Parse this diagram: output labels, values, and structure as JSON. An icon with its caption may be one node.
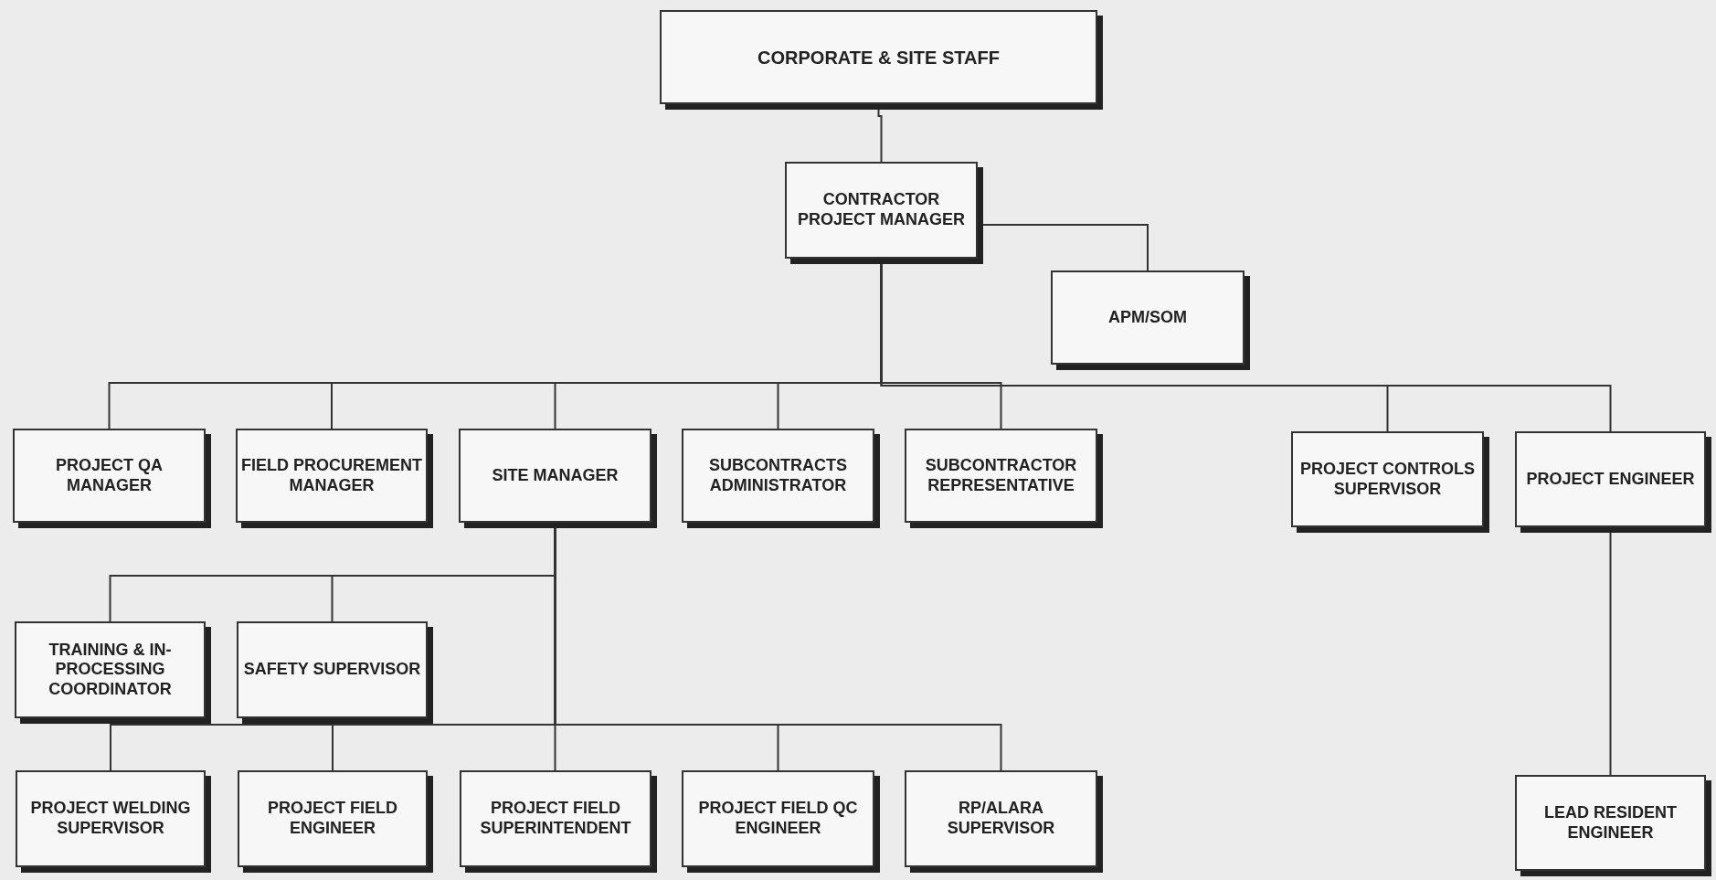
{
  "diagram": {
    "nodes": [
      {
        "text": [
          "CORPORATE & SITE STAFF"
        ]
      },
      {
        "text": [
          "CONTRACTOR PROJECT MANAGER"
        ]
      },
      {
        "text": [
          "APM/SOM"
        ]
      },
      {
        "text": [
          "PROJECT QA MANAGER"
        ]
      },
      {
        "text": [
          "FIELD PROCUREMENT MANAGER"
        ]
      },
      {
        "text": [
          "SITE MANAGER"
        ]
      },
      {
        "text": [
          "SUBCONTRACTS ADMINISTRATOR"
        ]
      },
      {
        "text": [
          "SUBCONTRACTOR REPRESENTATIVE"
        ]
      },
      {
        "text": [
          "PROJECT CONTROLS SUPERVISOR"
        ]
      },
      {
        "text": [
          "PROJECT ENGINEER"
        ]
      },
      {
        "text": [
          "TRAINING & IN-PROCESSING COORDINATOR"
        ]
      },
      {
        "text": [
          "SAFETY SUPERVISOR"
        ]
      },
      {
        "text": [
          "PROJECT WELDING SUPERVISOR"
        ]
      },
      {
        "text": [
          "PROJECT FIELD ENGINEER"
        ]
      },
      {
        "text": [
          "PROJECT FIELD SUPERINTENDENT"
        ]
      },
      {
        "text": [
          "PROJECT FIELD QC ENGINEER"
        ]
      },
      {
        "text": [
          "RP/ALARA SUPERVISOR"
        ]
      },
      {
        "text": [
          "LEAD RESIDENT ENGINEER"
        ]
      }
    ],
    "edges": [
      {
        "from": 0,
        "to": 1,
        "arrow": "none"
      },
      {
        "from": 1,
        "to": 2,
        "arrow": "none"
      },
      {
        "from": 1,
        "to": 3,
        "arrow": "none"
      },
      {
        "from": 1,
        "to": 4,
        "arrow": "none"
      },
      {
        "from": 1,
        "to": 5,
        "arrow": "none"
      },
      {
        "from": 1,
        "to": 6,
        "arrow": "none"
      },
      {
        "from": 1,
        "to": 7,
        "arrow": "none"
      },
      {
        "from": 1,
        "to": 8,
        "arrow": "none"
      },
      {
        "from": 1,
        "to": 9,
        "arrow": "none"
      },
      {
        "from": 5,
        "to": 10,
        "arrow": "none"
      },
      {
        "from": 5,
        "to": 11,
        "arrow": "none"
      },
      {
        "from": 5,
        "to": 12,
        "arrow": "none"
      },
      {
        "from": 5,
        "to": 13,
        "arrow": "none"
      },
      {
        "from": 5,
        "to": 14,
        "arrow": "none"
      },
      {
        "from": 5,
        "to": 15,
        "arrow": "none"
      },
      {
        "from": 5,
        "to": 16,
        "arrow": "none"
      },
      {
        "from": 9,
        "to": 17,
        "arrow": "none"
      }
    ]
  }
}
